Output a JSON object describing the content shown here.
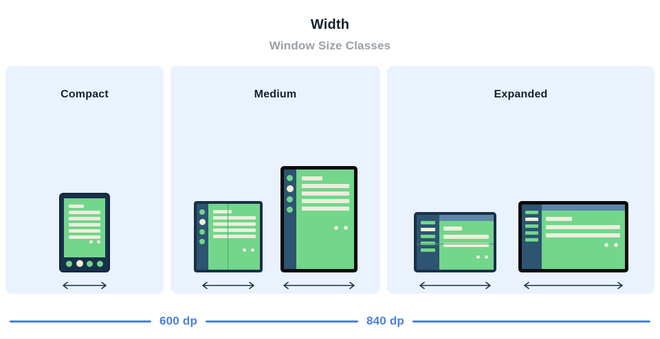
{
  "header": {
    "title": "Width",
    "subtitle": "Window Size Classes"
  },
  "panels": [
    {
      "key": "compact",
      "label": "Compact",
      "devices": [
        {
          "name": "phone",
          "type": "phone-portrait",
          "nav_dots": 4,
          "nav_active_index": 1,
          "content_lines": 6,
          "fab_dots": 2
        }
      ],
      "arrow": "double-headed-horizontal-arrow"
    },
    {
      "key": "medium",
      "label": "Medium",
      "devices": [
        {
          "name": "foldable-portrait",
          "type": "foldable-portrait",
          "rail_dots": 4,
          "rail_active_index": 1,
          "content_lines": 5,
          "fab_dots": 2,
          "fold": "vertical"
        },
        {
          "name": "tablet-portrait",
          "type": "tablet-portrait",
          "rail_dots": 4,
          "rail_active_index": 1,
          "content_lines": 5,
          "fab_dots": 2,
          "fold": "none"
        }
      ],
      "arrow": "double-headed-horizontal-arrow"
    },
    {
      "key": "expanded",
      "label": "Expanded",
      "devices": [
        {
          "name": "foldable-landscape",
          "type": "foldable-landscape",
          "rail_bars": 5,
          "rail_active_index": 1,
          "content_lines": 3,
          "fab_dots": 2,
          "fold": "horizontal"
        },
        {
          "name": "tablet-landscape",
          "type": "tablet-landscape",
          "rail_bars": 5,
          "rail_active_index": 1,
          "content_lines": 3,
          "fab_dots": 2,
          "fold": "none"
        }
      ],
      "arrow": "double-headed-horizontal-arrow"
    }
  ],
  "scale": {
    "breakpoints": [
      {
        "label": "600 dp"
      },
      {
        "label": "840 dp"
      }
    ]
  },
  "colors": {
    "panel_bg": "#eaf2fd",
    "page_bg": "#ffffff",
    "title": "#14202e",
    "subtitle": "#9aa0a6",
    "accent_blue": "#4a7fe0",
    "device_navy": "#18304a",
    "device_black": "#0a0a0a",
    "screen_green": "#72d68b",
    "content_cream": "#eceedd",
    "rail_navy": "#2d5470",
    "topbar_blue": "#5e87a8"
  }
}
